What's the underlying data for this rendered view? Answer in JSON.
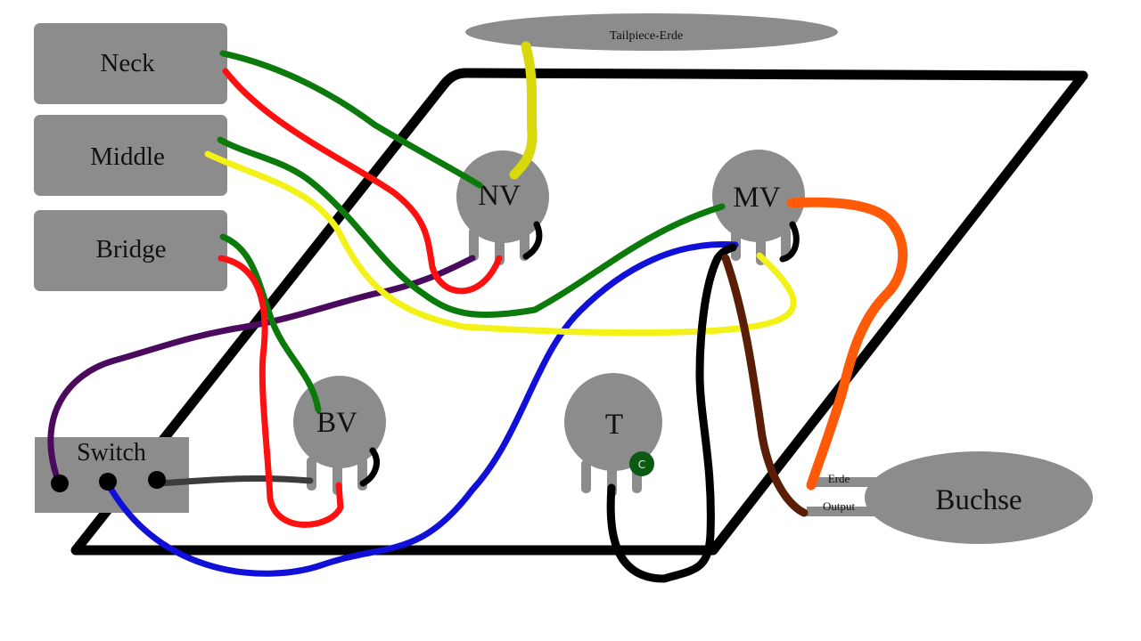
{
  "labels": {
    "neck": "Neck",
    "middle": "Middle",
    "bridge": "Bridge",
    "switch": "Switch",
    "tailpiece": "Tailpiece-Erde",
    "nv": "NV",
    "mv": "MV",
    "bv": "BV",
    "t": "T",
    "capacitor": "C",
    "jack": "Buchse",
    "jack_ground": "Erde",
    "jack_output": "Output"
  },
  "colors": {
    "component_fill": "#8c8c8c",
    "outline": "#000000",
    "capacitor": "#0b5a12",
    "wire_green": "#0b7a0b",
    "wire_red": "#ff1010",
    "wire_yellow": "#f2f218",
    "wire_tailpiece_yellow": "#d8d80a",
    "wire_purple": "#4a0a5e",
    "wire_blue": "#1010d8",
    "wire_black": "#000000",
    "wire_dark_gray": "#3c3c3c",
    "wire_brown": "#5a1e06",
    "wire_orange": "#ff5a08"
  }
}
